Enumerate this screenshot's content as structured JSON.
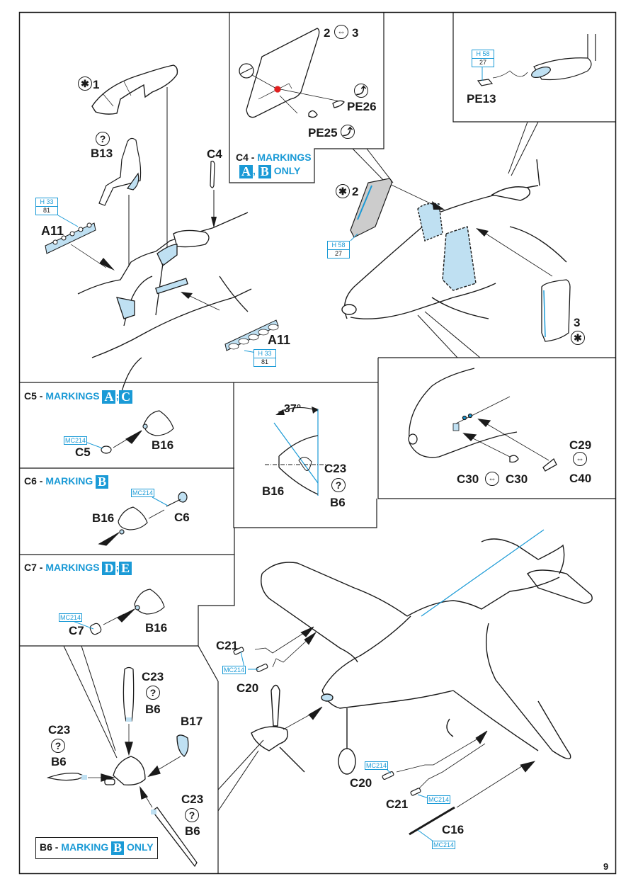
{
  "page_number": "9",
  "colors": {
    "accent": "#1a9ad6",
    "highlight_fill": "#bfe0f2",
    "line": "#1a1a1a",
    "red_part": "#e02020"
  },
  "symbols": {
    "remove": "✱",
    "optional": "?",
    "bend": "⤴",
    "symmetric": "⇔"
  },
  "top_left": {
    "canopy_symbol_num": "1",
    "figure_label": "B13",
    "c4_label": "C4",
    "a11_label_left": "A11",
    "a11_label_right": "A11",
    "paint_left": {
      "code": "H 33",
      "num": "81"
    },
    "paint_right": {
      "code": "H 33",
      "num": "81"
    }
  },
  "door_inset": {
    "left_num": "2",
    "right_num": "3",
    "pe26": "PE26",
    "pe25": "PE25"
  },
  "c4_note": {
    "prefix": "C4 - ",
    "text": "MARKINGS",
    "mark1": "A",
    "sep": ",",
    "mark2": "B",
    "suffix": "ONLY"
  },
  "pe13_inset": {
    "paint": {
      "code": "H 58",
      "num": "27"
    },
    "label": "PE13"
  },
  "top_right": {
    "door2_num": "2",
    "door3_num": "3",
    "paint": {
      "code": "H 58",
      "num": "27"
    }
  },
  "c5_section": {
    "prefix": "C5 - ",
    "text": "MARKINGS",
    "mark1": "A",
    "sep": ";",
    "mark2": "C",
    "mc": "MC214",
    "part": "C5",
    "spinner": "B16"
  },
  "c6_section": {
    "prefix": "C6 - ",
    "text": "MARKING",
    "mark1": "B",
    "mc": "MC214",
    "part": "C6",
    "spinner": "B16"
  },
  "c7_section": {
    "prefix": "C7 - ",
    "text": "MARKINGS",
    "mark1": "D",
    "sep": ";",
    "mark2": "E",
    "mc": "MC214",
    "part": "C7",
    "spinner": "B16"
  },
  "angle_inset": {
    "angle": "37°",
    "spinner": "B16",
    "blade": "C23",
    "alt": "B6"
  },
  "nose_inset": {
    "c30a": "C30",
    "c30b": "C30",
    "c29": "C29",
    "c40": "C40"
  },
  "prop_section": {
    "blade_top": {
      "part": "C23",
      "alt": "B6"
    },
    "blade_left": {
      "part": "C23",
      "alt": "B6"
    },
    "blade_bottom": {
      "part": "C23",
      "alt": "B6"
    },
    "backplate": "B17",
    "note": {
      "prefix": "B6 - ",
      "text": "MARKING",
      "mark1": "B",
      "suffix": "ONLY"
    }
  },
  "final_assembly": {
    "c21_top": "C21",
    "c20_top": "C20",
    "mc_top": "MC214",
    "c20_bottom": "C20",
    "mc_c20": "MC214",
    "c21_bottom": "C21",
    "mc_c21": "MC214",
    "c16": "C16",
    "mc_c16": "MC214"
  }
}
